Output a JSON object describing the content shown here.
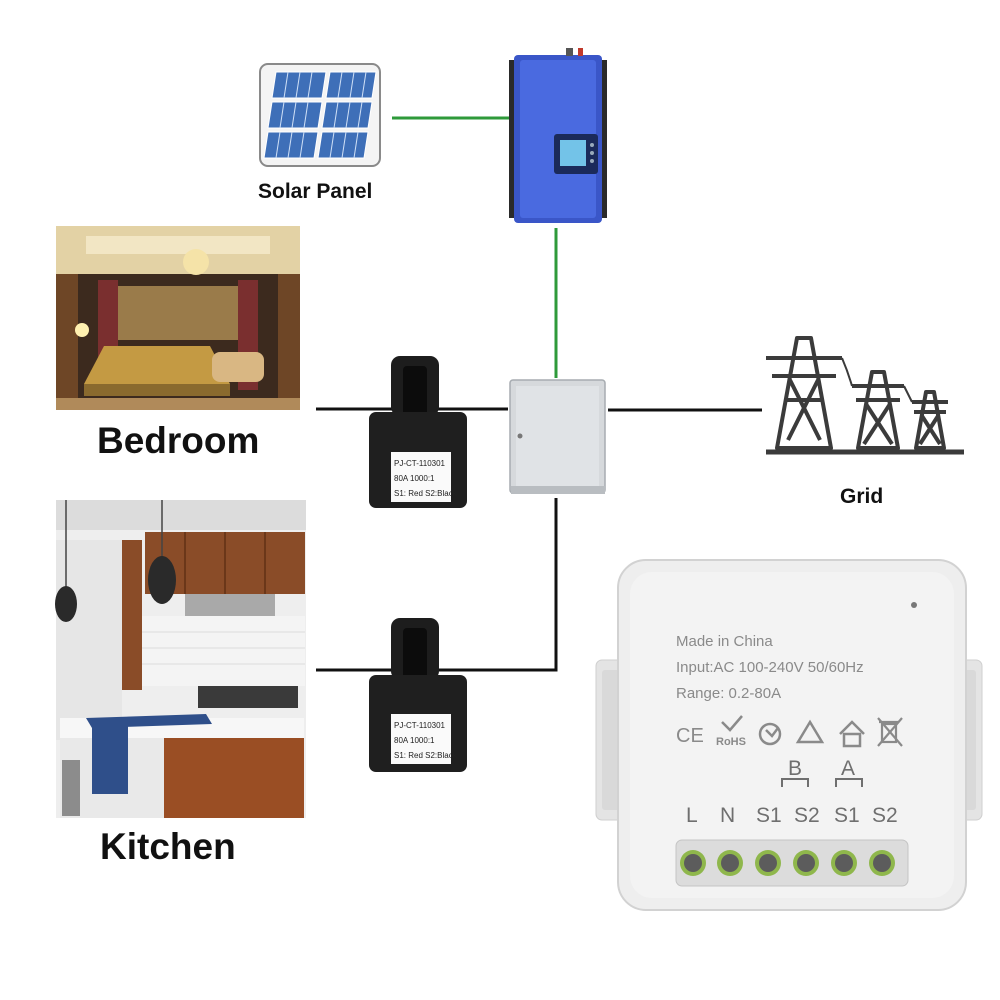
{
  "labels": {
    "solar_panel": "Solar Panel",
    "grid": "Grid",
    "bedroom": "Bedroom",
    "kitchen": "Kitchen"
  },
  "ct_clamp": {
    "model": "PJ-CT-110301",
    "rating": "80A 1000:1",
    "leads": "S1: Red  S2:Black"
  },
  "device": {
    "made_in": "Made in China",
    "input": "Input:AC 100-240V  50/60Hz",
    "range": "Range: 0.2-80A",
    "ce_mark": "CE",
    "rohs_mark": "RoHS",
    "group_b": "B",
    "group_a": "A",
    "terminals": [
      "L",
      "N",
      "S1",
      "S2",
      "S1",
      "S2"
    ]
  },
  "colors": {
    "solar_line": "#2e9a3a",
    "power_line": "#111111",
    "inverter": "#3a56c8",
    "device_body": "#eeeeee"
  }
}
